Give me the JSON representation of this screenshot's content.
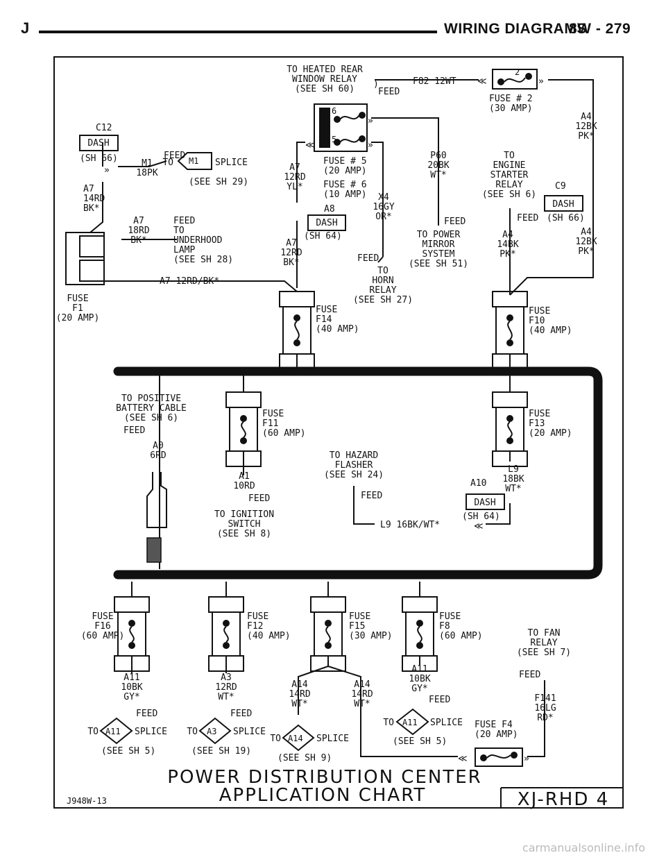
{
  "header": {
    "letter": "J",
    "title": "WIRING DIAGRAMS",
    "page": "8W - 279"
  },
  "diagram": {
    "title_line1": "POWER DISTRIBUTION CENTER",
    "title_line2": "APPLICATION CHART",
    "figure_id": "J948W-13",
    "model_code": "XJ-RHD 4",
    "fuses": {
      "fuse_f1": [
        "FUSE",
        "F1",
        "(20 AMP)"
      ],
      "fuse_f14": [
        "FUSE",
        "F14",
        "(40 AMP)"
      ],
      "fuse_f10": [
        "FUSE",
        "F10",
        "(40 AMP)"
      ],
      "fuse_f11": [
        "FUSE",
        "F11",
        "(60 AMP)"
      ],
      "fuse_f13": [
        "FUSE",
        "F13",
        "(20 AMP)"
      ],
      "fuse_f16": [
        "FUSE",
        "F16",
        "(60 AMP)"
      ],
      "fuse_f12": [
        "FUSE",
        "F12",
        "(40 AMP)"
      ],
      "fuse_f15": [
        "FUSE",
        "F15",
        "(30 AMP)"
      ],
      "fuse_f8": [
        "FUSE",
        "F8",
        "(60 AMP)"
      ],
      "fuse_5": [
        "FUSE # 5",
        "(20 AMP)"
      ],
      "fuse_6": [
        "FUSE # 6",
        "(10 AMP)"
      ],
      "fuse_2": [
        "FUSE # 2",
        "(30 AMP)"
      ],
      "fuse_f4": [
        "FUSE F4",
        "(20 AMP)"
      ]
    },
    "mini_fuse_numbers": {
      "fuse_2": "2",
      "fuse_6": "6",
      "fuse_5": "5"
    },
    "dash_label": "DASH",
    "splice_codes": [
      "M1",
      "A11",
      "A3",
      "A14",
      "A11"
    ],
    "labels": {
      "heated_rear": [
        "TO HEATED REAR",
        "WINDOW RELAY",
        "(SEE SH 60)"
      ],
      "f82": "F82 12WT",
      "feed_hr": "FEED",
      "c12": "C12",
      "sh66_a": "(SH 66)",
      "m1_wire": [
        "M1",
        "18PK"
      ],
      "feed_m1": "FEED",
      "to_m1": "TO",
      "splice_m1": "SPLICE",
      "see_sh29": "(SEE SH 29)",
      "a7_14rd": [
        "A7",
        "14RD",
        "BK*"
      ],
      "a7_18rd": [
        "A7",
        "18RD",
        "BK*"
      ],
      "underhood": [
        "FEED",
        "TO",
        "UNDERHOOD",
        "LAMP",
        "(SEE SH 28)"
      ],
      "a7_bottom": "A7 12RD/BK*",
      "a7_12rd_yl": [
        "A7",
        "12RD",
        "YL*"
      ],
      "a8": "A8",
      "sh64_a": "(SH 64)",
      "a7_12rd_bk": [
        "A7",
        "12RD",
        "BK*"
      ],
      "x4": [
        "X4",
        "16GY",
        "OR*"
      ],
      "p60": [
        "P60",
        "20BK",
        "WT*"
      ],
      "feed_mirror": "FEED",
      "power_mirror": [
        "TO POWER",
        "MIRROR",
        "SYSTEM",
        "(SEE SH 51)"
      ],
      "feed_horn": "FEED",
      "horn_relay": [
        "TO",
        "HORN",
        "RELAY",
        "(SEE SH 27)"
      ],
      "engine_starter": [
        "TO",
        "ENGINE",
        "STARTER",
        "RELAY",
        "(SEE SH 6)"
      ],
      "feed_starter": "FEED",
      "a4_14bk": [
        "A4",
        "14BK",
        "PK*"
      ],
      "c9": "C9",
      "sh66_b": "(SH 66)",
      "a4_top": [
        "A4",
        "12BK",
        "PK*"
      ],
      "a4_mid": [
        "A4",
        "12BK",
        "PK*"
      ],
      "positive_battery": [
        "TO POSITIVE",
        "BATTERY CABLE",
        "(SEE SH 6)"
      ],
      "feed_battery": "FEED",
      "a0": [
        "A0",
        "6RD"
      ],
      "a1": [
        "A1",
        "10RD"
      ],
      "feed_ign": "FEED",
      "ignition": [
        "TO IGNITION",
        "SWITCH",
        "(SEE SH 8)"
      ],
      "hazard": [
        "TO HAZARD",
        "FLASHER",
        "(SEE SH 24)"
      ],
      "feed_hazard": "FEED",
      "l9_wire": "L9 16BK/WT*",
      "a10": "A10",
      "l9": [
        "L9",
        "18BK",
        "WT*"
      ],
      "sh64_b": "(SH 64)",
      "a11_left": [
        "A11",
        "10BK",
        "GY*"
      ],
      "feed_a11l": "FEED",
      "to_a11l": "TO",
      "splice_a11l": "SPLICE",
      "see_sh5_l": "(SEE SH 5)",
      "a3": [
        "A3",
        "12RD",
        "WT*"
      ],
      "feed_a3": "FEED",
      "to_a3": "TO",
      "splice_a3": "SPLICE",
      "see_sh19": "(SEE SH 19)",
      "a14_l": [
        "A14",
        "14RD",
        "WT*"
      ],
      "a14_r": [
        "A14",
        "14RD",
        "WT*"
      ],
      "to_a14": "TO",
      "splice_a14": "SPLICE",
      "see_sh9": "(SEE SH 9)",
      "a11_right": [
        "A11",
        "10BK",
        "GY*"
      ],
      "feed_a11r": "FEED",
      "to_a11r": "TO",
      "splice_a11r": "SPLICE",
      "see_sh5_r": "(SEE SH 5)",
      "fan_relay": [
        "TO FAN",
        "RELAY",
        "(SEE SH 7)"
      ],
      "feed_fan": "FEED",
      "f141": [
        "F141",
        "16LG",
        "RD*"
      ]
    }
  }
}
